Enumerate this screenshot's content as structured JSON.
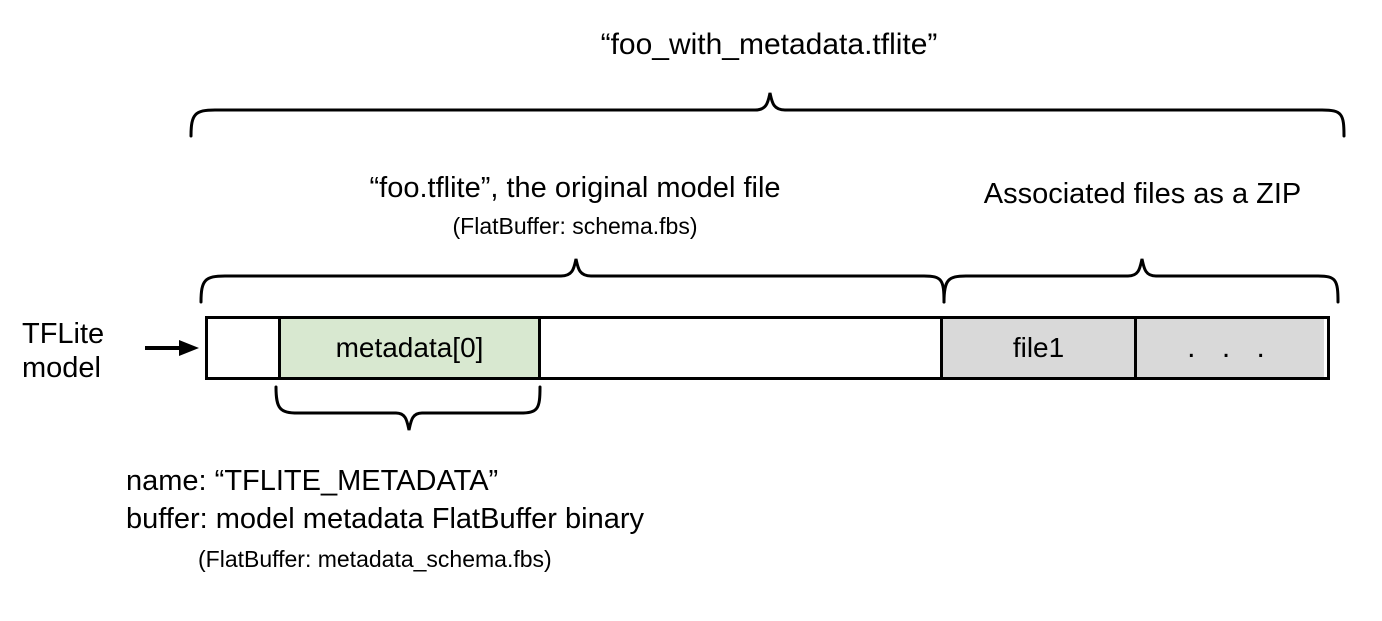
{
  "diagram": {
    "top_title": "“foo_with_metadata.tflite”",
    "model_section": {
      "caption": "“foo.tflite”, the original model file",
      "caption_sub": "(FlatBuffer: schema.fbs)"
    },
    "zip_section": {
      "caption": "Associated files as a ZIP"
    },
    "left_label": "TFLite\nmodel",
    "arrow_icon": "arrow-right-icon",
    "bar": {
      "cells": [
        {
          "label": "",
          "fill": "#ffffff",
          "name": "cell-blank-leading"
        },
        {
          "label": "metadata[0]",
          "fill": "#d8e8d0",
          "name": "cell-metadata-0"
        },
        {
          "label": "",
          "fill": "#ffffff",
          "name": "cell-model-body"
        },
        {
          "label": "file1",
          "fill": "#d9d9d9",
          "name": "cell-file1"
        },
        {
          "label": ". . .",
          "fill": "#d9d9d9",
          "name": "cell-more-files"
        }
      ]
    },
    "metadata_caption": {
      "line1": "name: “TFLITE_METADATA”",
      "line2": "buffer: model metadata FlatBuffer binary",
      "line3": "(FlatBuffer: metadata_schema.fbs)"
    },
    "colors": {
      "metadata_fill": "#d8e8d0",
      "zip_fill": "#d9d9d9",
      "stroke": "#000000",
      "background": "#ffffff"
    }
  }
}
